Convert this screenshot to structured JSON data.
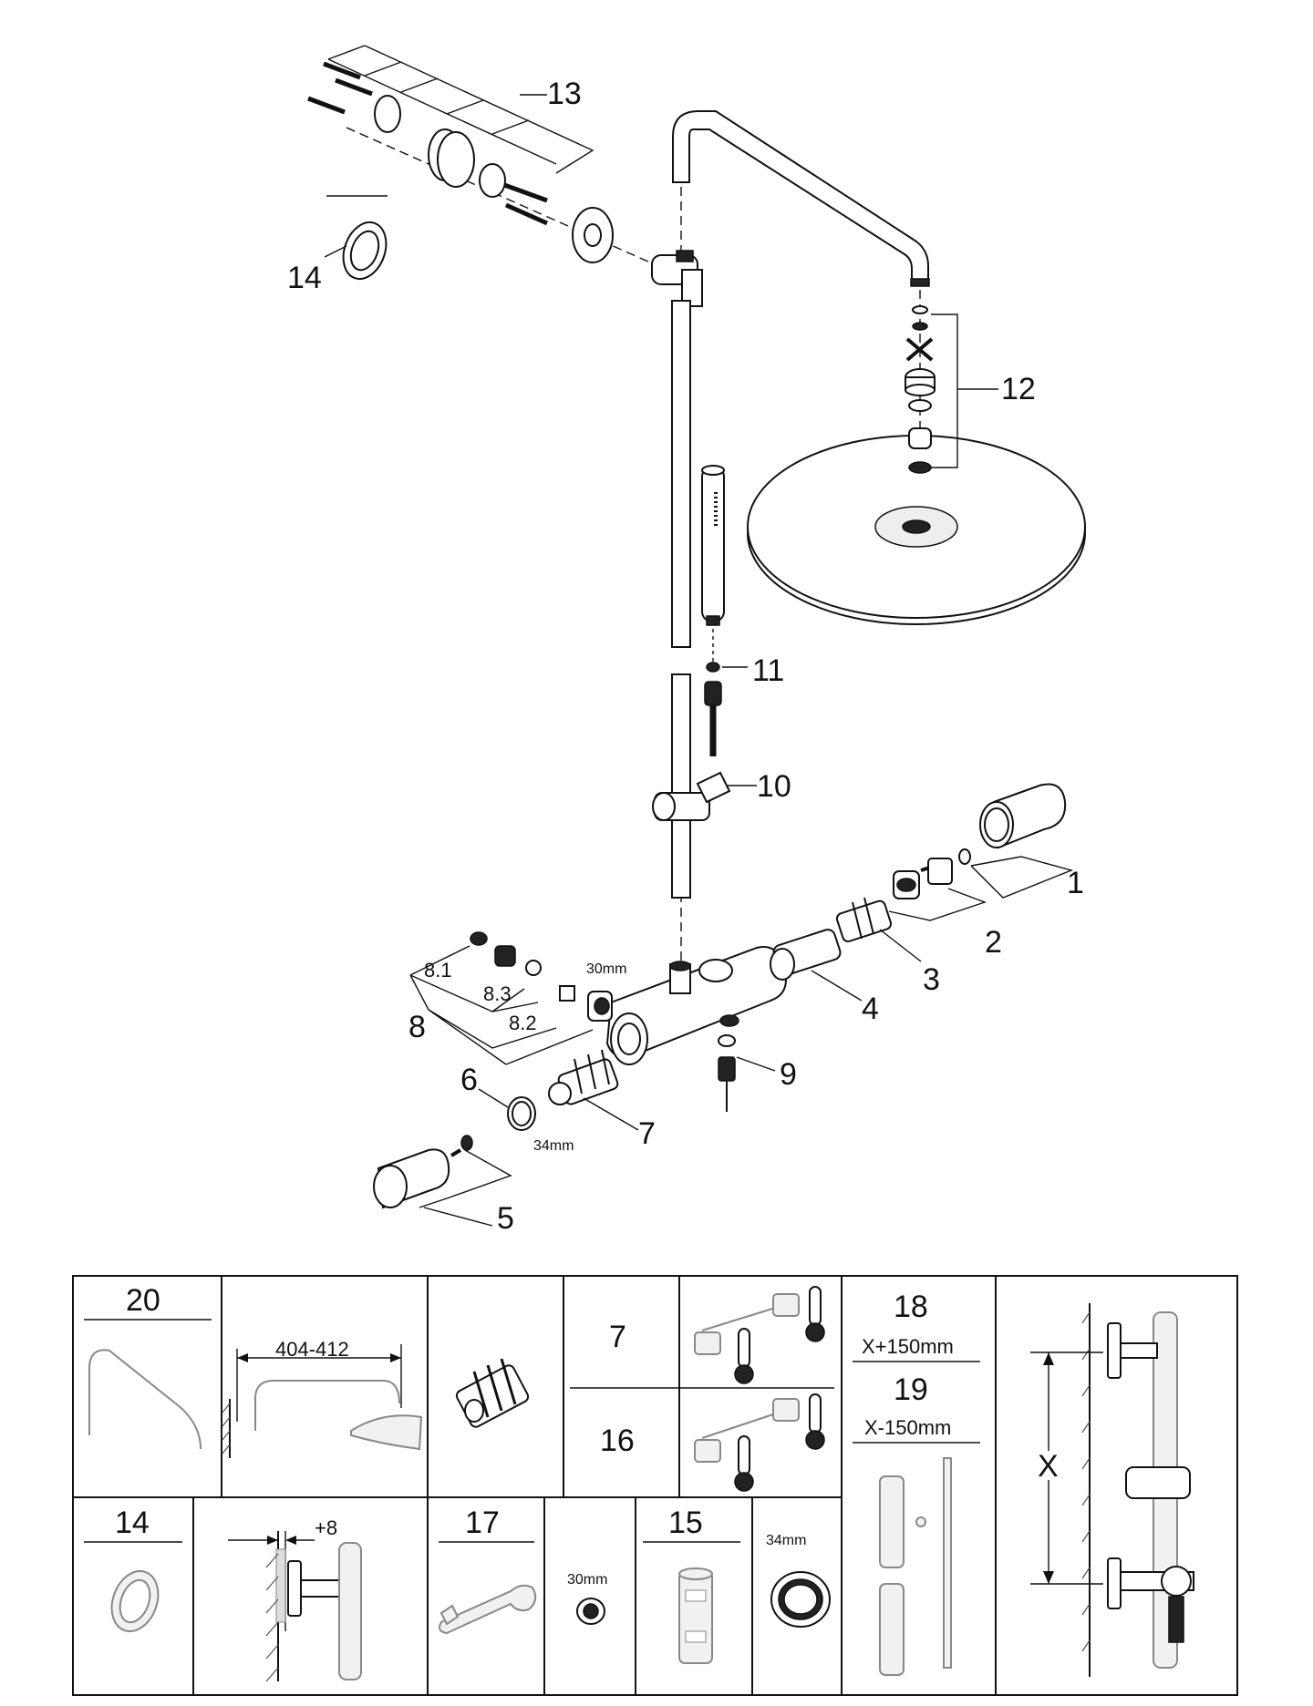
{
  "callouts": {
    "c1": "1",
    "c2": "2",
    "c3": "3",
    "c4": "4",
    "c5": "5",
    "c6": "6",
    "c7": "7",
    "c8": "8",
    "c8_1": "8.1",
    "c8_2": "8.2",
    "c8_3": "8.3",
    "c9": "9",
    "c10": "10",
    "c11": "11",
    "c12": "12",
    "c13": "13",
    "c14": "14",
    "wrench_30": "30mm",
    "ring_34": "34mm"
  },
  "table": {
    "cell_20": "20",
    "dim_404": "404-412",
    "cell_7": "7",
    "cell_16": "16",
    "cell_18": "18",
    "x_plus": "X+150mm",
    "cell_19": "19",
    "x_minus": "X-150mm",
    "x_label": "X",
    "cell_14": "14",
    "plus8": "+8",
    "cell_17": "17",
    "nut_30": "30mm",
    "cell_15": "15",
    "ring_34": "34mm"
  },
  "icons": [
    "thermometer-icon",
    "wrench-icon",
    "hand-shower-icon",
    "head-shower-icon"
  ]
}
